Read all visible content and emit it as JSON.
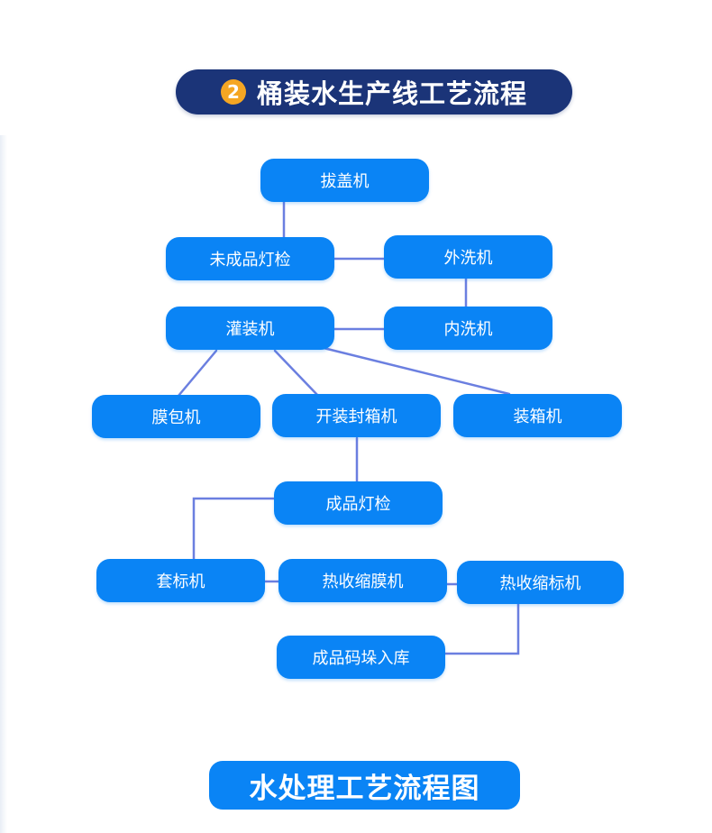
{
  "header": {
    "step_number": "2",
    "title": "桶装水生产线工艺流程"
  },
  "nodes": {
    "cap_remover": "拔盖机",
    "unfinished_light_check": "未成品灯检",
    "outer_washer": "外洗机",
    "filler": "灌装机",
    "inner_washer": "内洗机",
    "film_wrapper": "膜包机",
    "case_erector_sealer": "开装封箱机",
    "case_packer": "装箱机",
    "finished_light_check": "成品灯检",
    "labeler": "套标机",
    "heat_shrink_film": "热收缩膜机",
    "heat_shrink_label": "热收缩标机",
    "finished_warehouse": "成品码垛入库"
  },
  "footer": {
    "title": "水处理工艺流程图"
  },
  "colors": {
    "node_fill": "#0a84f5",
    "header_fill": "#1b3478",
    "badge": "#f5a623",
    "connector": "#6b7fe0"
  }
}
